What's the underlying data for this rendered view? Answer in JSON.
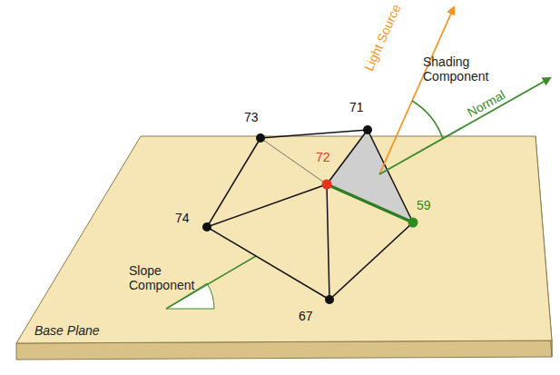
{
  "diagram": {
    "labels": [
      "73",
      "71",
      "72",
      "74",
      "59",
      "67",
      "Light Source",
      "Shading Component",
      "Normal",
      "Slope Component",
      "Base Plane"
    ]
  }
}
